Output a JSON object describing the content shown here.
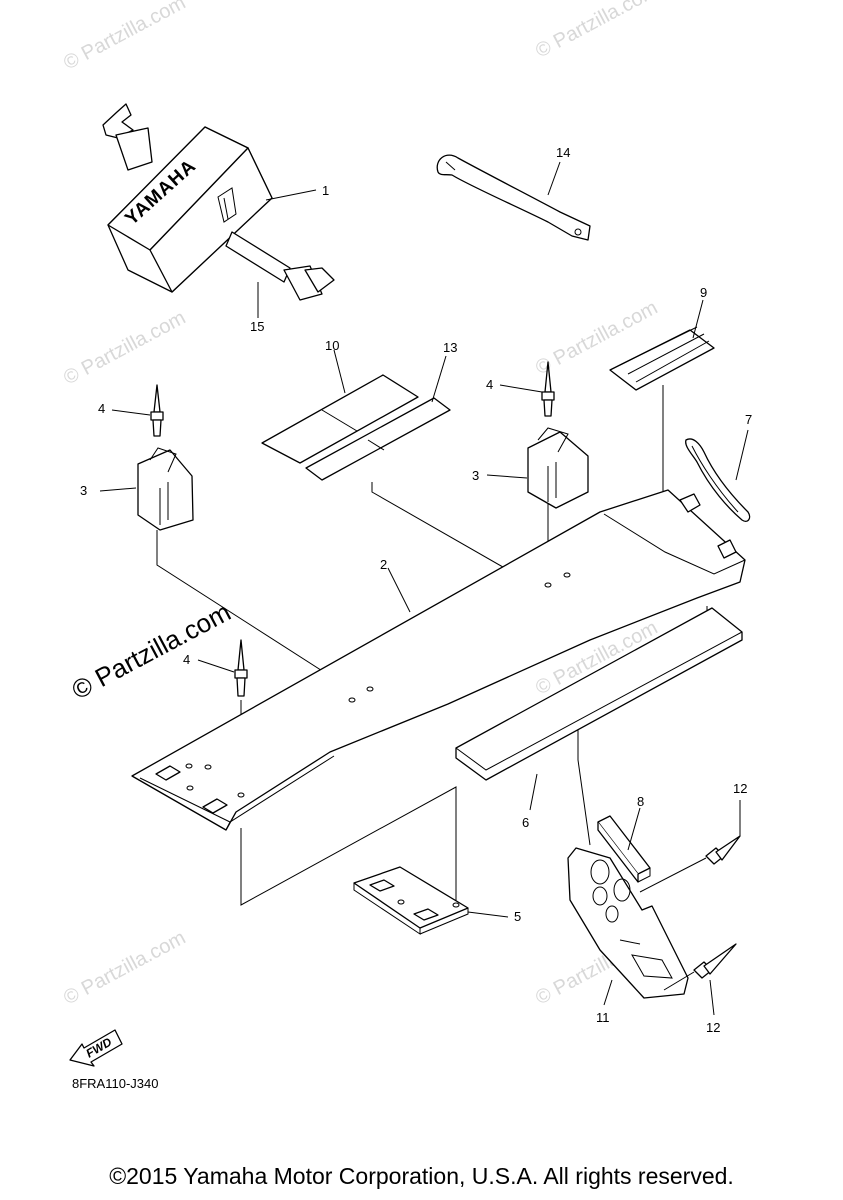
{
  "watermark": {
    "small": "© Partzilla.com",
    "large": "© Partzilla.com"
  },
  "diagram_code": "8FRA110-J340",
  "brand_text": "YAMAHA",
  "direction_arrow": "FWD",
  "callouts": {
    "n1": "1",
    "n2": "2",
    "n3a": "3",
    "n3b": "3",
    "n4a": "4",
    "n4b": "4",
    "n4c": "4",
    "n5": "5",
    "n6": "6",
    "n7": "7",
    "n8": "8",
    "n9": "9",
    "n10": "10",
    "n11": "11",
    "n12a": "12",
    "n12b": "12",
    "n13": "13",
    "n14": "14",
    "n15": "15"
  },
  "copyright": "©2015 Yamaha Motor Corporation, U.S.A. All rights reserved."
}
